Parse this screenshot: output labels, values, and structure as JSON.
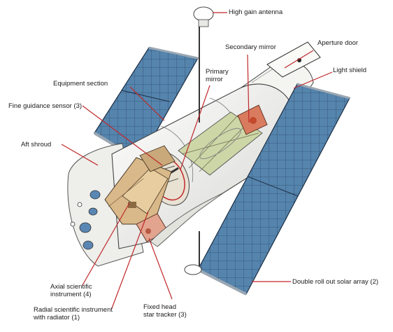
{
  "colors": {
    "solar_panel": "#4f7ea8",
    "solar_panel_dark": "#2c4a6a",
    "body_white": "#f1f1ef",
    "instrument_tan": "#d9b98a",
    "instrument_pink": "#e7b7a6",
    "leader_red": "#c0282b",
    "truss_green": "#cdd6a6"
  },
  "labels": {
    "high_gain_antenna": "High gain antenna",
    "secondary_mirror": "Secondary mirror",
    "aperture_door": "Aperture door",
    "light_shield": "Light shield",
    "primary_mirror_1": "Primary",
    "primary_mirror_2": "mirror",
    "equipment_section": "Equipment section",
    "fine_guidance_sensor": "Fine guidance sensor (3)",
    "aft_shroud": "Aft shroud",
    "axial_instrument_1": "Axial scientific",
    "axial_instrument_2": "instrument (4)",
    "radial_instrument_1": "Radial scientific instrument",
    "radial_instrument_2": "with radiator (1)",
    "fixed_head_tracker_1": "Fixed head",
    "fixed_head_tracker_2": "star tracker (3)",
    "solar_array": "Double roll out solar array (2)"
  }
}
